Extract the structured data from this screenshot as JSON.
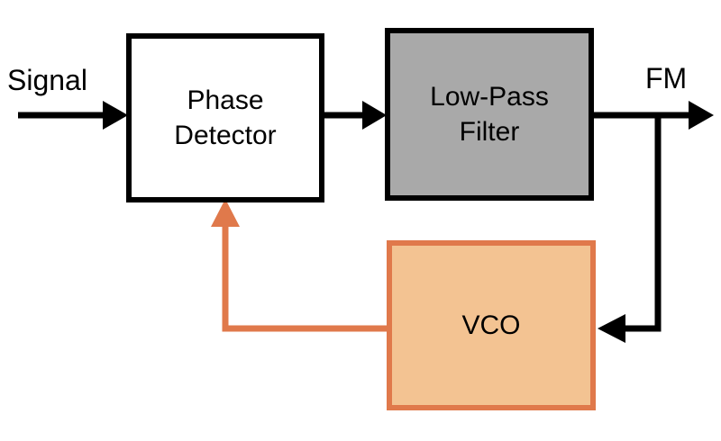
{
  "labels": {
    "signal": "Signal",
    "fm": "FM"
  },
  "blocks": {
    "phase_detector": {
      "line1": "Phase",
      "line2": "Detector"
    },
    "low_pass_filter": {
      "line1": "Low-Pass",
      "line2": "Filter"
    },
    "vco": {
      "label": "VCO"
    }
  },
  "colors": {
    "black": "#000000",
    "white": "#ffffff",
    "gray_fill": "#a9a9a9",
    "orange_stroke": "#e0794b",
    "orange_fill": "#f3c392"
  }
}
